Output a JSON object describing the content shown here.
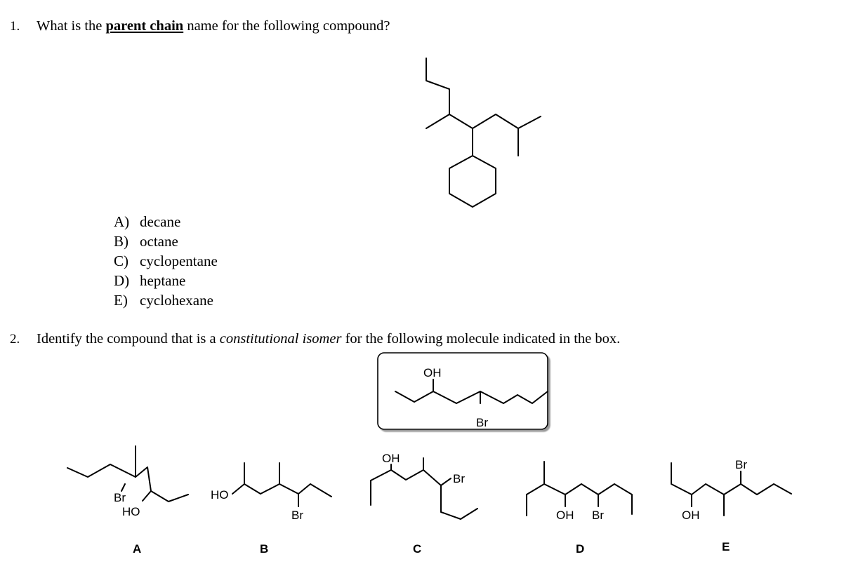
{
  "question1": {
    "number": "1.",
    "text_before": "What is the ",
    "text_emphasis": "parent chain",
    "text_after": " name for the following compound?",
    "options": [
      {
        "letter": "A)",
        "text": "decane"
      },
      {
        "letter": "B)",
        "text": "octane"
      },
      {
        "letter": "C)",
        "text": "cyclopentane"
      },
      {
        "letter": "D)",
        "text": "heptane"
      },
      {
        "letter": "E)",
        "text": "cyclohexane"
      }
    ]
  },
  "question2": {
    "number": "2.",
    "text_before": "Identify the compound that is a ",
    "text_emphasis": "constitutional isomer",
    "text_after": " for the following molecule indicated in the box.",
    "boxed_molecule": {
      "oh": "OH",
      "br": "Br"
    },
    "choices": [
      {
        "label": "A",
        "atoms": [
          "Br",
          "HO"
        ]
      },
      {
        "label": "B",
        "atoms": [
          "HO",
          "Br"
        ]
      },
      {
        "label": "C",
        "atoms": [
          "OH",
          "Br"
        ]
      },
      {
        "label": "D",
        "atoms": [
          "OH",
          "Br"
        ]
      },
      {
        "label": "E",
        "atoms": [
          "Br",
          "OH"
        ]
      }
    ]
  }
}
